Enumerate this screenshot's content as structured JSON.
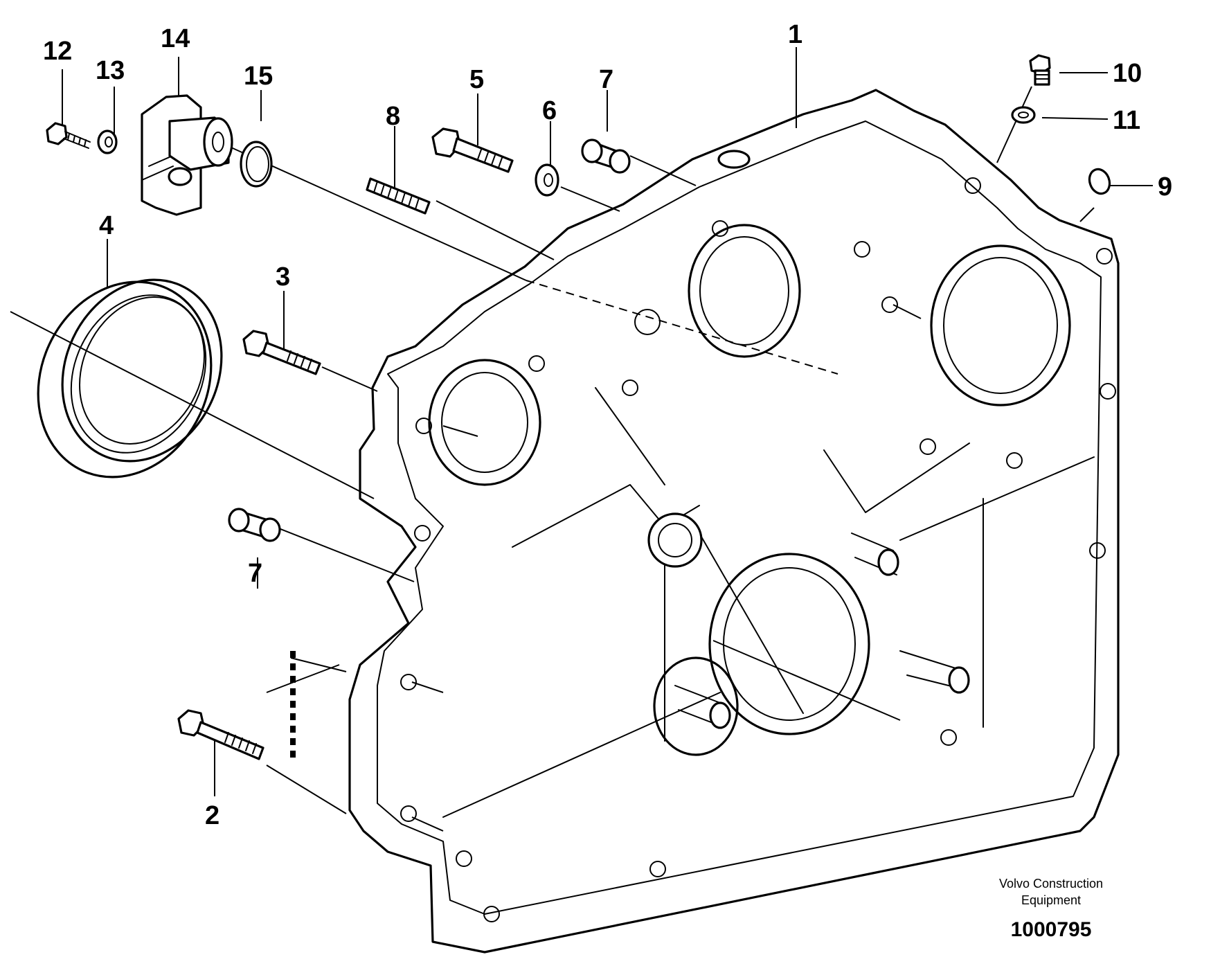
{
  "diagram": {
    "callouts": [
      {
        "id": "1",
        "label": "1"
      },
      {
        "id": "2",
        "label": "2"
      },
      {
        "id": "3",
        "label": "3"
      },
      {
        "id": "4",
        "label": "4"
      },
      {
        "id": "5",
        "label": "5"
      },
      {
        "id": "6",
        "label": "6"
      },
      {
        "id": "7a",
        "label": "7"
      },
      {
        "id": "7b",
        "label": "7"
      },
      {
        "id": "8",
        "label": "8"
      },
      {
        "id": "9",
        "label": "9"
      },
      {
        "id": "10",
        "label": "10"
      },
      {
        "id": "11",
        "label": "11"
      },
      {
        "id": "12",
        "label": "12"
      },
      {
        "id": "13",
        "label": "13"
      },
      {
        "id": "14",
        "label": "14"
      },
      {
        "id": "15",
        "label": "15"
      }
    ]
  },
  "footer": {
    "company_line1": "Volvo Construction",
    "company_line2": "Equipment",
    "image_number": "1000795"
  }
}
